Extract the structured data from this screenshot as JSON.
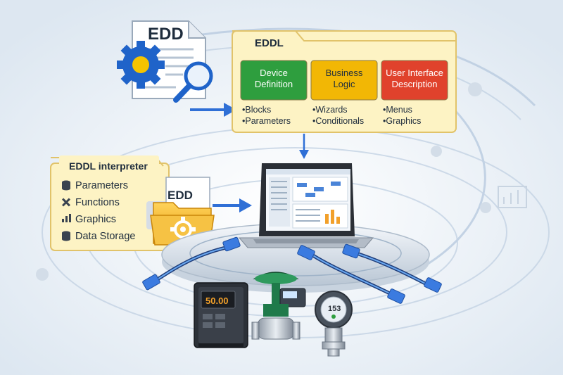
{
  "edd_document": {
    "label": "EDD"
  },
  "eddl_panel": {
    "title": "EDDL",
    "columns": [
      {
        "header_line1": "Device",
        "header_line2": "Definition",
        "color": "#2e9e3e",
        "items": [
          "Blocks",
          "Parameters"
        ]
      },
      {
        "header_line1": "Business",
        "header_line2": "Logic",
        "color": "#f2b705",
        "items": [
          "Wizards",
          "Conditionals"
        ]
      },
      {
        "header_line1": "User Interface",
        "header_line2": "Description",
        "color": "#e0422c",
        "items": [
          "Menus",
          "Graphics"
        ]
      }
    ]
  },
  "interpreter_panel": {
    "title": "EDDL interpreter",
    "items": [
      {
        "label": "Parameters",
        "icon": "database-icon"
      },
      {
        "label": "Functions",
        "icon": "tools-icon"
      },
      {
        "label": "Graphics",
        "icon": "bar-chart-icon"
      },
      {
        "label": "Data Storage",
        "icon": "database-icon"
      }
    ],
    "folder_label": "EDD"
  },
  "devices": {
    "drive_display": "50.00",
    "transmitter_display": "153"
  },
  "colors": {
    "panel_fill": "#fdf3c4",
    "panel_border": "#e1c36a",
    "arrow": "#2f6fd6",
    "gear_blue": "#1f63c9",
    "gear_yellow": "#f5c400",
    "folder": "#f2b62a"
  }
}
